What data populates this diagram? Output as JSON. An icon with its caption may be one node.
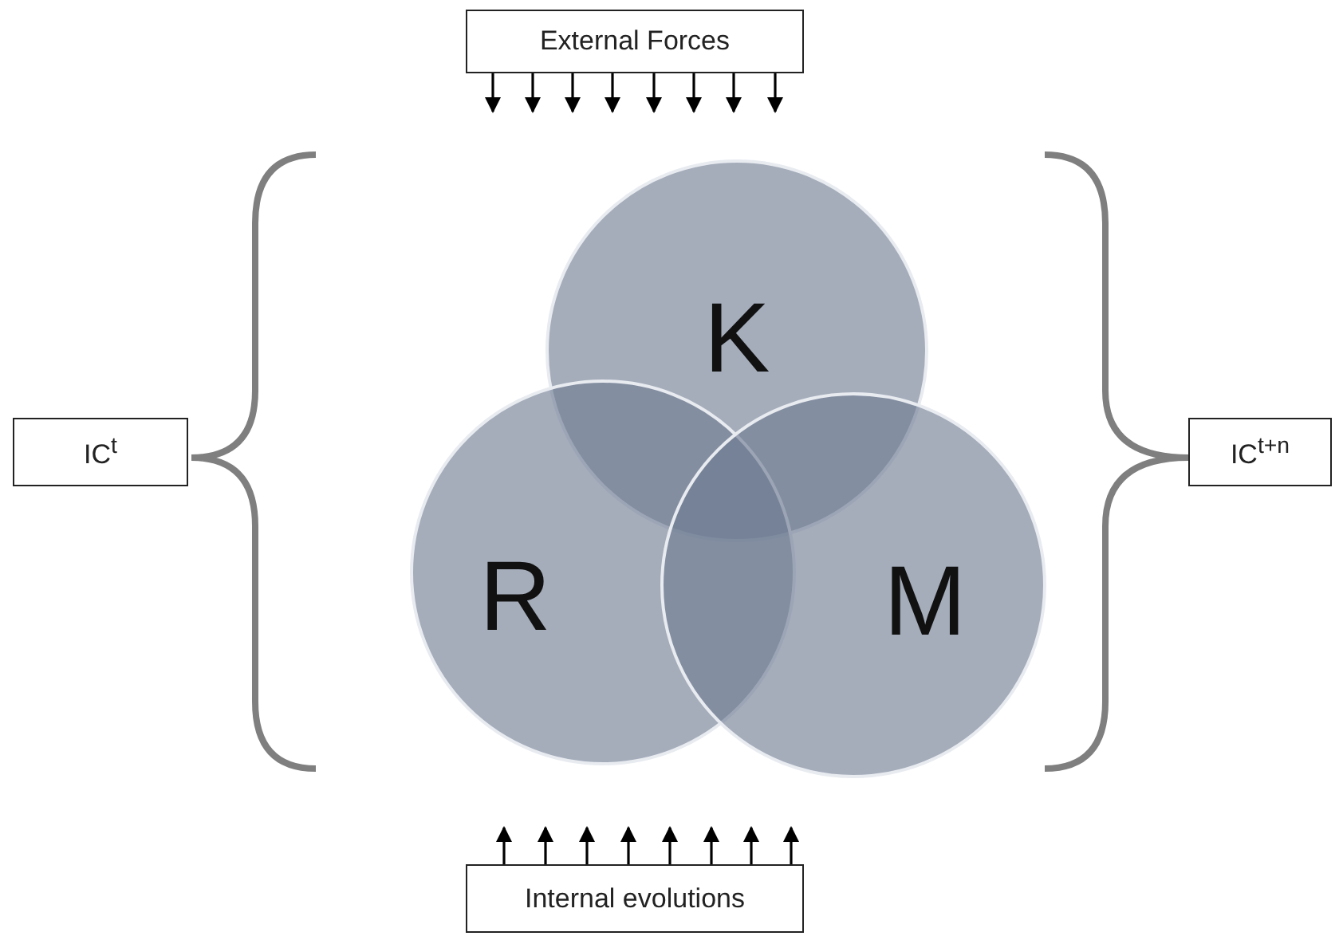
{
  "diagram": {
    "nodes": [
      {
        "text": [
          "External Forces"
        ]
      },
      {
        "text": [
          "IC$^{t}$"
        ]
      },
      {
        "text": [
          "K"
        ]
      },
      {
        "text": [
          "R"
        ]
      },
      {
        "text": [
          "M"
        ]
      },
      {
        "text": [
          "IC$^{t+n}$"
        ]
      },
      {
        "text": [
          "Internal evolutions"
        ]
      }
    ],
    "edges": [
      {
        "from": 0,
        "to": null,
        "arrow": "to"
      },
      {
        "from": 0,
        "to": null,
        "arrow": "to"
      },
      {
        "from": 0,
        "to": null,
        "arrow": "to"
      },
      {
        "from": 0,
        "to": null,
        "arrow": "to"
      },
      {
        "from": 0,
        "to": null,
        "arrow": "to"
      },
      {
        "from": 0,
        "to": null,
        "arrow": "to"
      },
      {
        "from": 0,
        "to": null,
        "arrow": "to"
      },
      {
        "from": 0,
        "to": null,
        "arrow": "to"
      },
      {
        "from": 6,
        "to": null,
        "arrow": "to"
      },
      {
        "from": 6,
        "to": null,
        "arrow": "to"
      },
      {
        "from": 6,
        "to": null,
        "arrow": "to"
      },
      {
        "from": 6,
        "to": null,
        "arrow": "to"
      },
      {
        "from": 6,
        "to": null,
        "arrow": "to"
      },
      {
        "from": 6,
        "to": null,
        "arrow": "to"
      },
      {
        "from": 6,
        "to": null,
        "arrow": "to"
      },
      {
        "from": 6,
        "to": null,
        "arrow": "to"
      }
    ]
  }
}
